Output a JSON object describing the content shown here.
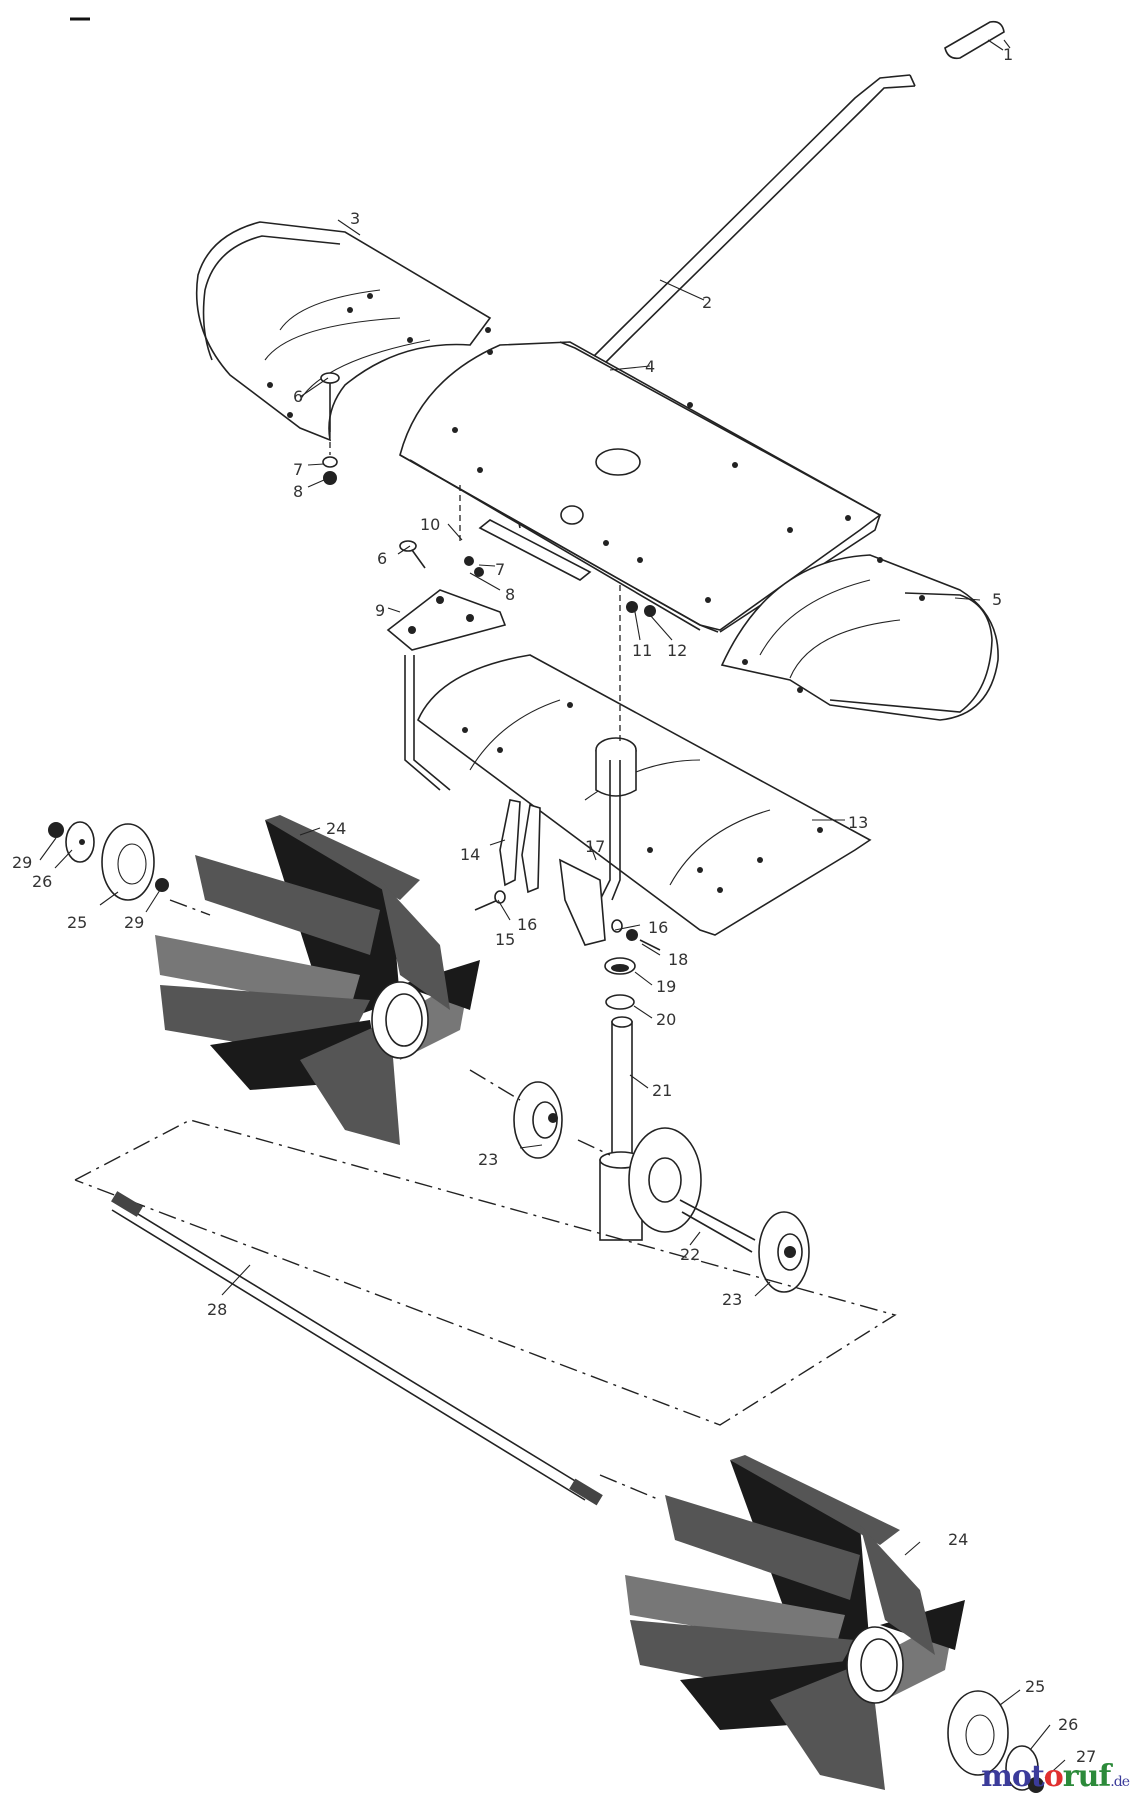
{
  "watermark": {
    "part1": "mot",
    "part2": "o",
    "part3": "ruf",
    "suffix": ".de"
  },
  "callouts": [
    "1",
    "2",
    "3",
    "4",
    "5",
    "6",
    "6",
    "7",
    "7",
    "8",
    "8",
    "9",
    "10",
    "11",
    "12",
    "13",
    "14",
    "15",
    "16",
    "16",
    "17",
    "18",
    "19",
    "20",
    "21",
    "22",
    "23",
    "23",
    "24",
    "24",
    "25",
    "25",
    "26",
    "26",
    "27",
    "28",
    "29",
    "29"
  ]
}
